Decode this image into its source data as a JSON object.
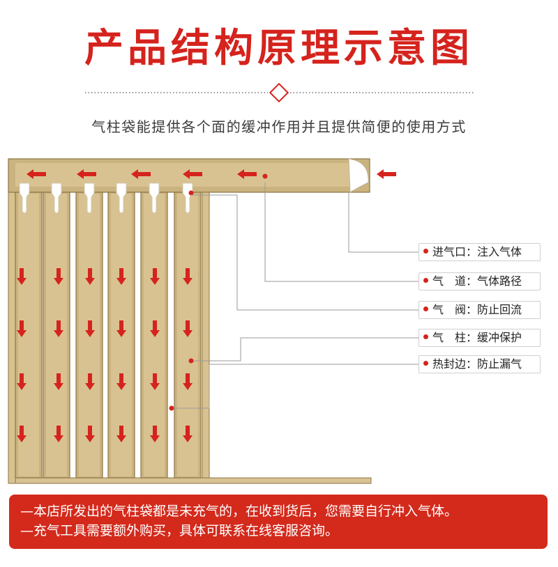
{
  "title": "产品结构原理示意图",
  "subtitle": "气柱袋能提供各个面的缓冲作用并且提供简便的使用方式",
  "labels": [
    {
      "name": "进气口",
      "desc": "注入气体",
      "text": "进气口：注入气体"
    },
    {
      "name": "气道",
      "desc": "气体路径",
      "text": "气　道：气体路径"
    },
    {
      "name": "气阀",
      "desc": "防止回流",
      "text": "气　阀：防止回流"
    },
    {
      "name": "气柱",
      "desc": "缓冲保护",
      "text": "气　柱：缓冲保护"
    },
    {
      "name": "热封边",
      "desc": "防止漏气",
      "text": "热封边：防止漏气"
    }
  ],
  "notice": [
    "—本店所发出的气柱袋都是未充气的，在收到货后，您需要自行冲入气体。",
    "—充气工具需要额外购买，具体可联系在线客服咨询。"
  ],
  "colors": {
    "accent": "#d5231d",
    "kraft": "#cbb37f",
    "kraft_light": "#d9c291",
    "kraft_border": "#8c7546",
    "notice_bg": "#d32a1c"
  }
}
